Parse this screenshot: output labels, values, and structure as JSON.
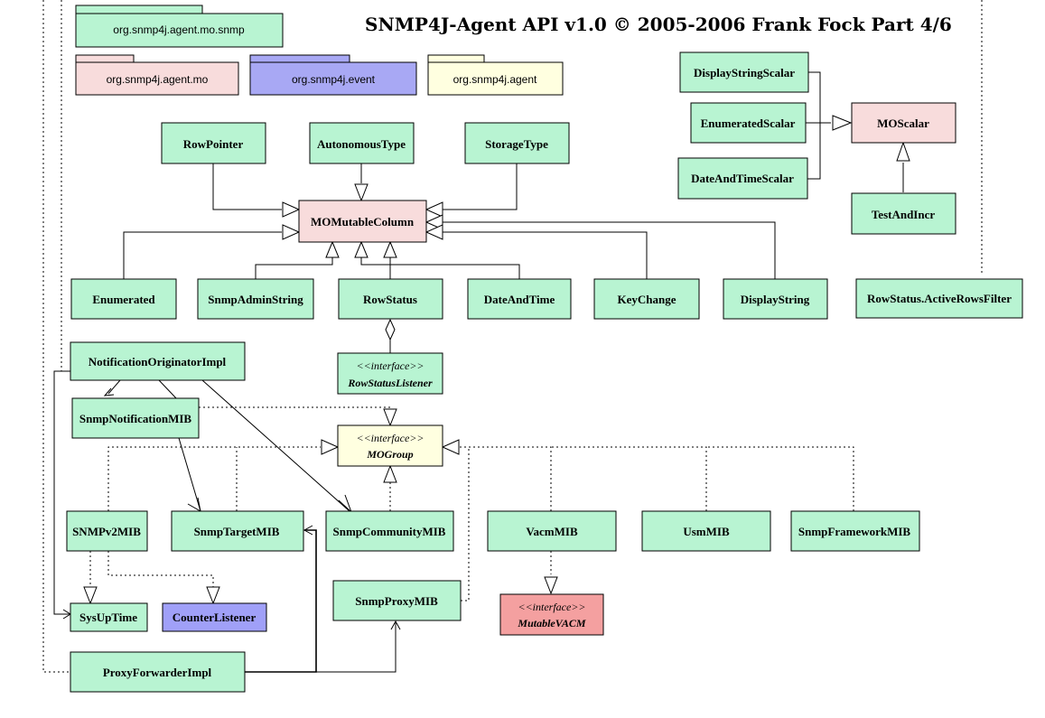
{
  "title": "SNMP4J-Agent API v1.0 © 2005-2006 Frank Fock Part 4/6",
  "colors": {
    "class_fill": "#b8f4d2",
    "mo_fill": "#f8dcdc",
    "event_fill": "#a8a8f4",
    "agent_fill": "#ffffe0",
    "counter_fill": "#a0a0f8",
    "mutablevacm_fill": "#f4a0a0"
  },
  "packages": {
    "snmp": "org.snmp4j.agent.mo.snmp",
    "mo": "org.snmp4j.agent.mo",
    "event": "org.snmp4j.event",
    "agent": "org.snmp4j.agent"
  },
  "classes": {
    "displaystringscalar": "DisplayStringScalar",
    "enumeratedscalar": "EnumeratedScalar",
    "dateandtimescalar": "DateAndTimeScalar",
    "moscalar": "MOScalar",
    "testandincr": "TestAndIncr",
    "rowpointer": "RowPointer",
    "autonomoustype": "AutonomousType",
    "storagetype": "StorageType",
    "momutablecolumn": "MOMutableColumn",
    "enumerated": "Enumerated",
    "snmpadminstring": "SnmpAdminString",
    "rowstatus": "RowStatus",
    "dateandtime": "DateAndTime",
    "keychange": "KeyChange",
    "displaystring": "DisplayString",
    "activerowsfilter": "RowStatus.ActiveRowsFilter",
    "notificationoriginatorimpl": "NotificationOriginatorImpl",
    "snmpnotificationmib": "SnmpNotificationMIB",
    "snmpv2mib": "SNMPv2MIB",
    "snmptargetmib": "SnmpTargetMIB",
    "snmpcommunitymib": "SnmpCommunityMIB",
    "vacmmib": "VacmMIB",
    "usmmib": "UsmMIB",
    "snmpframeworkmib": "SnmpFrameworkMIB",
    "snmpproxymib": "SnmpProxyMIB",
    "sysuptime": "SysUpTime",
    "counterlistener": "CounterListener",
    "proxyforwarderimpl": "ProxyForwarderImpl"
  },
  "interfaces": {
    "stereotype": "<<interface>>",
    "rowstatuslistener": "RowStatusListener",
    "mogroup": "MOGroup",
    "mutablevacm": "MutableVACM"
  }
}
